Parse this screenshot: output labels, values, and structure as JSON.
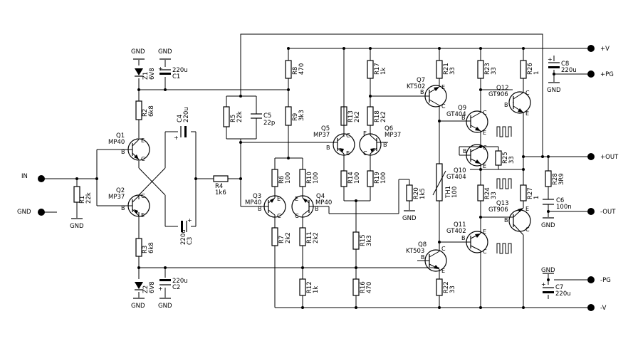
{
  "rails": {
    "vplus": "+V",
    "pg_plus": "+PG",
    "out_plus": "+OUT",
    "out_minus": "-OUT",
    "pg_minus": "-PG",
    "vminus": "-V",
    "in": "IN",
    "gnd_in": "GND"
  },
  "gnd_label": "GND",
  "resistors": [
    {
      "ref": "R1",
      "val": "22k"
    },
    {
      "ref": "R2",
      "val": "6k8"
    },
    {
      "ref": "R3",
      "val": "6k8"
    },
    {
      "ref": "R4",
      "val": "1k6"
    },
    {
      "ref": "R5",
      "val": "22k"
    },
    {
      "ref": "R6",
      "val": "100"
    },
    {
      "ref": "R7",
      "val": "2k2"
    },
    {
      "ref": "R8",
      "val": "470"
    },
    {
      "ref": "R9",
      "val": "3k3"
    },
    {
      "ref": "R10",
      "val": "100"
    },
    {
      "ref": "R11",
      "val": "2k2"
    },
    {
      "ref": "R12",
      "val": "1k"
    },
    {
      "ref": "R13",
      "val": "2k2"
    },
    {
      "ref": "R14",
      "val": "100"
    },
    {
      "ref": "R15",
      "val": "3k3"
    },
    {
      "ref": "R16",
      "val": "470"
    },
    {
      "ref": "R17",
      "val": "1k"
    },
    {
      "ref": "R18",
      "val": "2k2"
    },
    {
      "ref": "R19",
      "val": "100"
    },
    {
      "ref": "R20",
      "val": "1k5"
    },
    {
      "ref": "R21",
      "val": "33"
    },
    {
      "ref": "R22",
      "val": "33"
    },
    {
      "ref": "R23",
      "val": "33"
    },
    {
      "ref": "R24",
      "val": "33"
    },
    {
      "ref": "R25",
      "val": "33"
    },
    {
      "ref": "R26",
      "val": "1"
    },
    {
      "ref": "R27",
      "val": "1"
    },
    {
      "ref": "R28",
      "val": "3R9"
    }
  ],
  "caps": [
    {
      "ref": "C1",
      "val": "220u"
    },
    {
      "ref": "C2",
      "val": "220u"
    },
    {
      "ref": "C3",
      "val": "220u"
    },
    {
      "ref": "C4",
      "val": "220u"
    },
    {
      "ref": "C5",
      "val": "22p"
    },
    {
      "ref": "C6",
      "val": "100n"
    },
    {
      "ref": "C7",
      "val": "220u"
    },
    {
      "ref": "C8",
      "val": "220u"
    }
  ],
  "zeners": [
    {
      "ref": "Z1",
      "val": "6V8"
    },
    {
      "ref": "Z2",
      "val": "6V8"
    }
  ],
  "thermistor": {
    "ref": "TH1",
    "val": "100"
  },
  "transistors": [
    {
      "ref": "Q1",
      "type": "MP40"
    },
    {
      "ref": "Q2",
      "type": "MP37"
    },
    {
      "ref": "Q3",
      "type": "MP40"
    },
    {
      "ref": "Q4",
      "type": "MP40"
    },
    {
      "ref": "Q5",
      "type": "MP37"
    },
    {
      "ref": "Q6",
      "type": "MP37"
    },
    {
      "ref": "Q7",
      "type": "KT502"
    },
    {
      "ref": "Q8",
      "type": "KT503"
    },
    {
      "ref": "Q9",
      "type": "GT404"
    },
    {
      "ref": "Q10",
      "type": "GT404"
    },
    {
      "ref": "Q11",
      "type": "GT402"
    },
    {
      "ref": "Q12",
      "type": "GT906"
    },
    {
      "ref": "Q13",
      "type": "GT906"
    }
  ],
  "pins": {
    "b": "B",
    "c": "C",
    "e": "E"
  }
}
